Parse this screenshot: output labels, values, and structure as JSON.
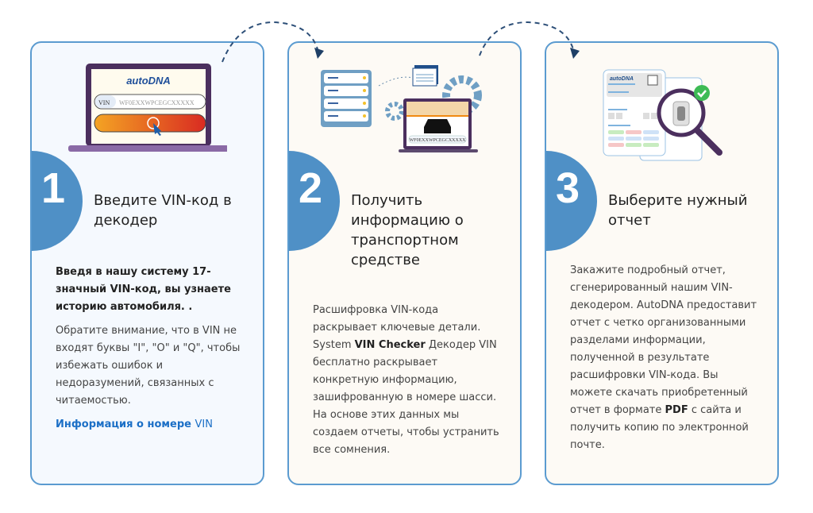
{
  "colors": {
    "border": "#5b9bd0",
    "circle": "#4f90c6",
    "link": "#1b6fc6"
  },
  "steps": [
    {
      "number": "1",
      "title": "Введите VIN-код в декодер",
      "illustration": {
        "brand": "autoDNA",
        "vin_label": "VIN",
        "vin_value": "WF0EXXWPCEGCXXXXX"
      },
      "body_bold": "Введя в нашу систему 17-значный VIN-код, вы узнаете историю автомобиля. .",
      "body": "Обратите внимание, что в VIN не входят буквы \"I\", \"O\" и \"Q\", чтобы избежать ошибок и недоразумений, связанных с читаемостью.",
      "link_bold": "Информация о номере",
      "link_rest": "VIN"
    },
    {
      "number": "2",
      "title": "Получить информацию о транспортном средстве",
      "illustration": {
        "vin_value": "WF0EXXWPCEGCXXXXX"
      },
      "body_a": "Расшифровка VIN-кода раскрывает ключевые детали. System ",
      "body_bold": "VIN Checker",
      "body_b": " Декодер VIN бесплатно раскрывает конкретную информацию, зашифрованную в номере шасси. На основе этих данных мы создаем отчеты, чтобы устранить все сомнения."
    },
    {
      "number": "3",
      "title": "Выберите нужный отчет",
      "illustration": {
        "brand": "autoDNA"
      },
      "body_a": "Закажите подробный отчет, сгенерированный нашим VIN-декодером. AutoDNA предоставит отчет с четко организованными разделами информации, полученной в результате расшифровки VIN-кода. Вы можете скачать приобретенный отчет в формате ",
      "body_bold": "PDF",
      "body_b": " с сайта и получить копию по электронной почте."
    }
  ]
}
